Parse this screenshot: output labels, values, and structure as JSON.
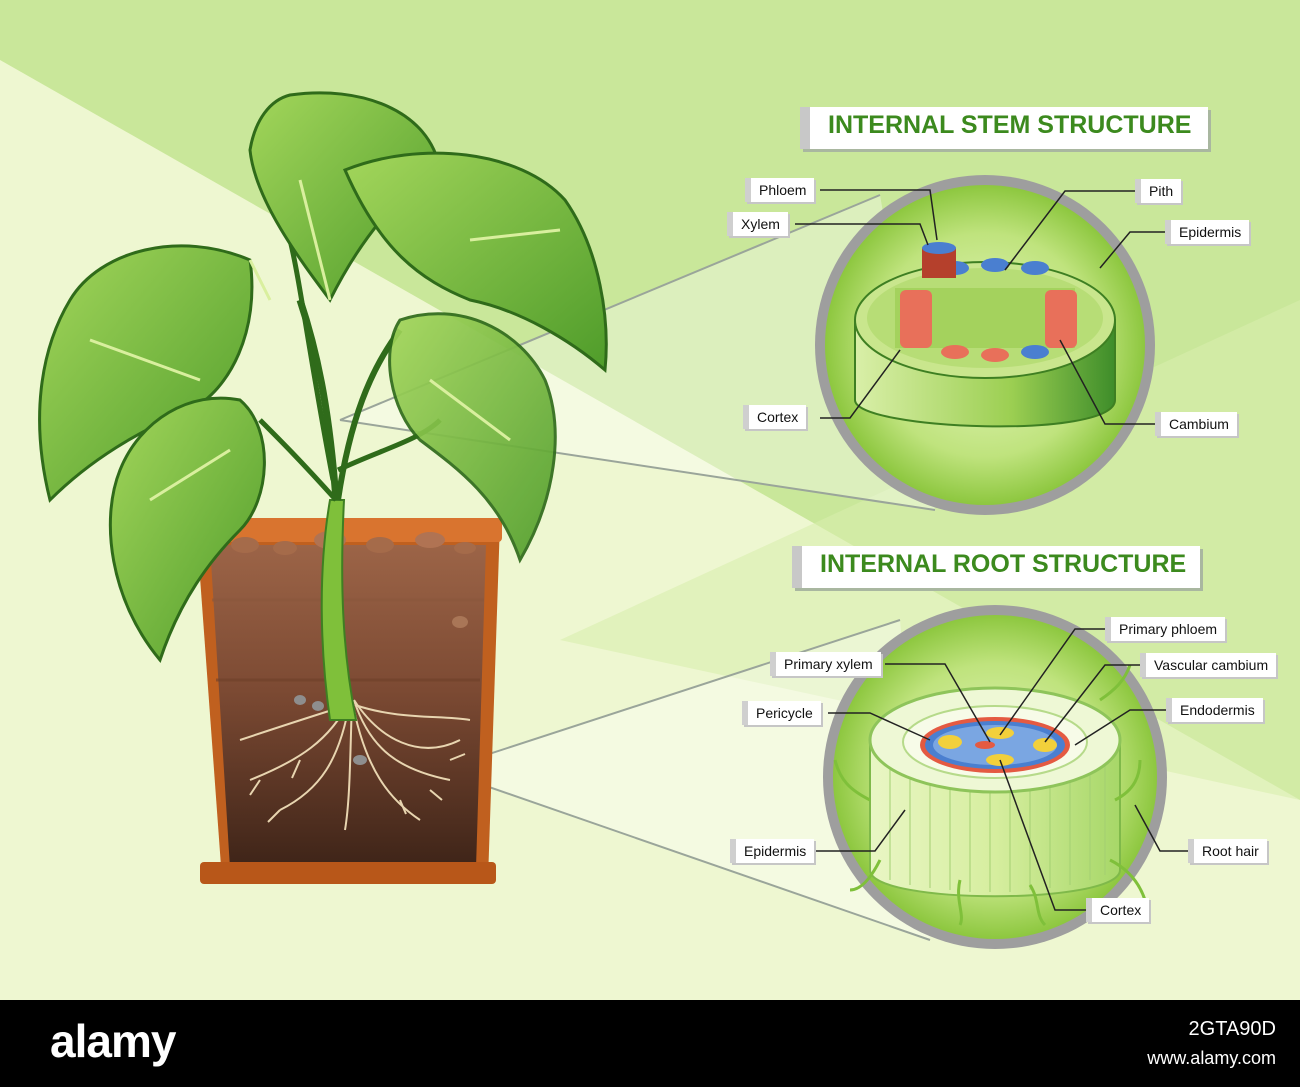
{
  "stem": {
    "title": "INTERNAL STEM STRUCTURE",
    "labels": {
      "phloem": "Phloem",
      "xylem": "Xylem",
      "pith": "Pith",
      "epidermis": "Epidermis",
      "cortex": "Cortex",
      "cambium": "Cambium"
    }
  },
  "root": {
    "title": "INTERNAL ROOT STRUCTURE",
    "labels": {
      "primary_phloem": "Primary phloem",
      "primary_xylem": "Primary xylem",
      "vascular_cambium": "Vascular cambium",
      "pericycle": "Pericycle",
      "endodermis": "Endodermis",
      "epidermis": "Epidermis",
      "root_hair": "Root hair",
      "cortex": "Cortex"
    }
  },
  "watermark": {
    "brand": "alamy",
    "image_id": "2GTA90D",
    "url": "www.alamy.com"
  },
  "colors": {
    "background": "#c9e79a",
    "title_green": "#3c8a1e",
    "leaf": "#7dbf3c",
    "pot": "#c0601f",
    "phloem": "#e8705a",
    "xylem": "#4a7fd0"
  }
}
